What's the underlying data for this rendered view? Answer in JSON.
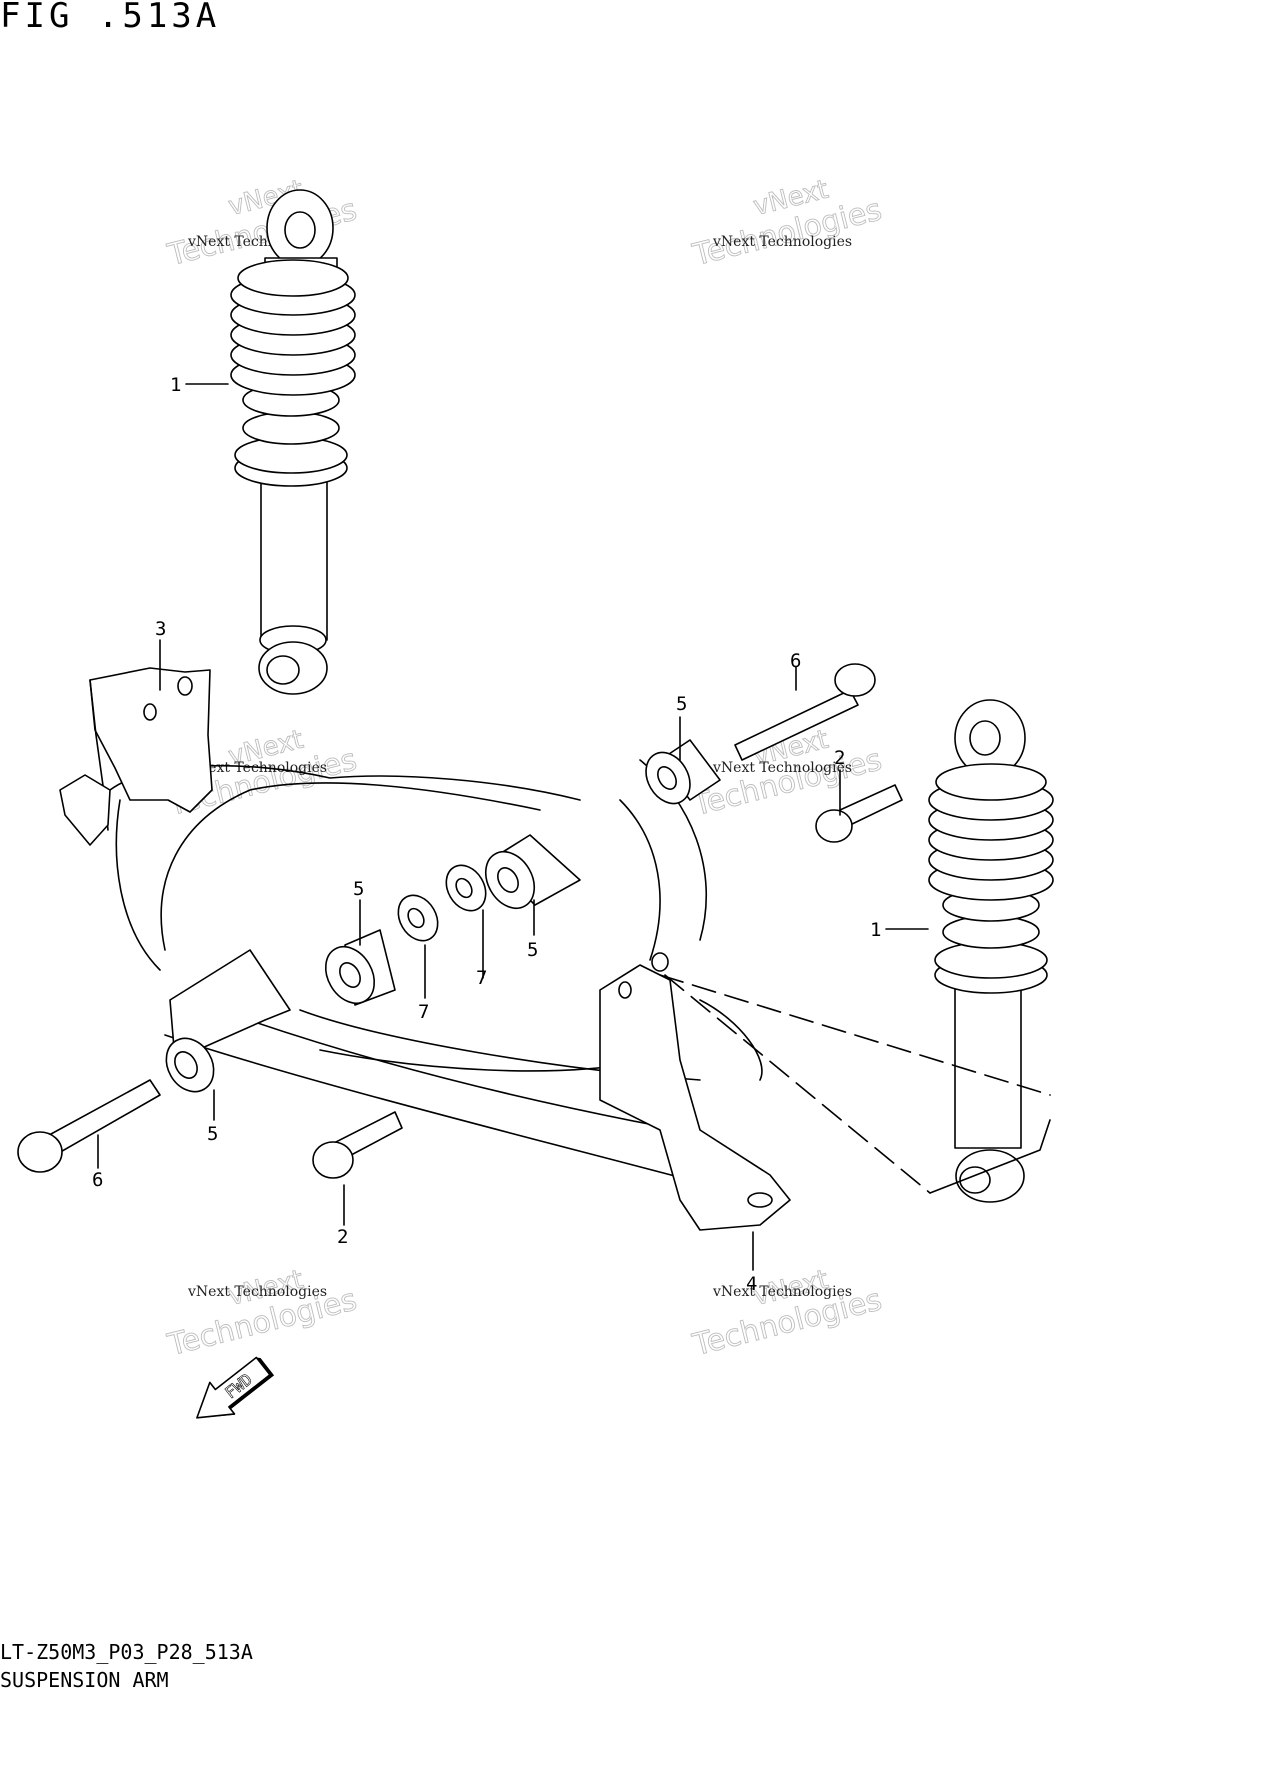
{
  "figure_title": "FIG .513A",
  "diagram_code": "LT-Z50M3_P03_P28_513A",
  "diagram_name": "SUSPENSION ARM",
  "watermark": {
    "line1": "vNext",
    "line2": "Technologies",
    "small": "vNext Technologies"
  },
  "callouts": {
    "shock_upper": "1",
    "shock_right": "1",
    "bolt_left": "2",
    "bolt_right": "2",
    "bracket_left": "3",
    "bracket_right": "4",
    "bush_left_outer": "5",
    "bush_left_inner": "5",
    "bush_right_inner": "5",
    "bush_right_outer": "5",
    "bolt_long_left": "6",
    "bolt_long_right": "6",
    "collar_left": "7",
    "collar_right": "7"
  },
  "fwd_label": "FWD"
}
